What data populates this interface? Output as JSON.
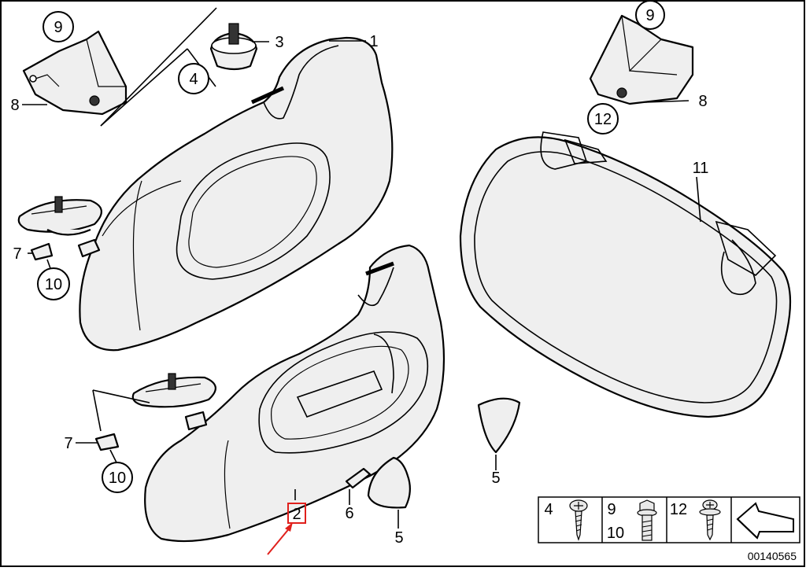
{
  "labels": {
    "p1": "1",
    "p2": "2",
    "p3": "3",
    "p4": "4",
    "p5a": "5",
    "p5b": "5",
    "p6": "6",
    "p7a": "7",
    "p7b": "7",
    "p8a": "8",
    "p8b": "8",
    "p9a": "9",
    "p9b": "9",
    "p10a": "10",
    "p10b": "10",
    "p11": "11",
    "p12": "12"
  },
  "legend": {
    "cell1": "4",
    "cell2_top": "9",
    "cell2_bottom": "10",
    "cell3": "12"
  },
  "diagram_id": "00140565",
  "colors": {
    "highlight": "#e0201c",
    "line": "#000000",
    "part_fill": "#efefef"
  },
  "icons": [
    "screw-icon",
    "bolt-icon",
    "washer-screw-icon",
    "direction-arrow-icon"
  ]
}
